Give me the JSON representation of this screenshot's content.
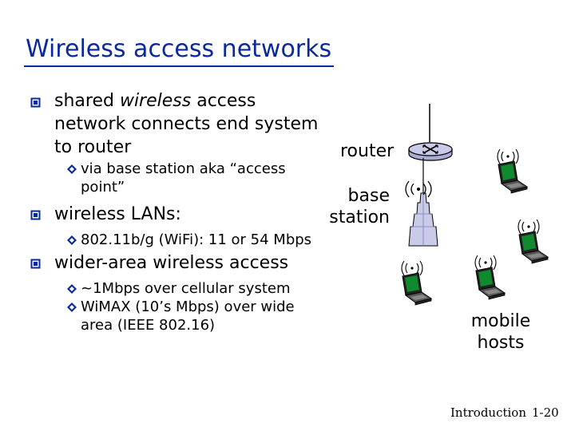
{
  "slide": {
    "title": "Wireless access networks",
    "bullets": [
      {
        "pre": "shared ",
        "em": "wireless",
        "post": " access",
        "line2": "network connects end system",
        "line3": "to router",
        "sub": [
          "via base station aka “access",
          "point”"
        ]
      },
      {
        "text": "wireless LANs:",
        "sub": [
          "802.11b/g (WiFi): 11 or 54  Mbps"
        ]
      },
      {
        "text": "wider-area wireless access",
        "sub": [
          "~1Mbps over cellular system",
          "WiMAX (10’s Mbps) over wide",
          "area (IEEE 802.16)"
        ]
      }
    ],
    "diagram": {
      "router_label": "router",
      "base_station_label": [
        "base",
        "station"
      ],
      "mobile_hosts_label": [
        "mobile",
        "hosts"
      ]
    },
    "footer": {
      "section": "Introduction",
      "page": "1-20"
    },
    "colors": {
      "title": "#0a2a9c",
      "bullet_icon": "#0a2a9c",
      "laptop_screen": "#0f8a2e"
    },
    "icons": [
      "checkbox-bullet-icon",
      "diamond-bullet-icon",
      "router-icon",
      "base-station-tower-icon",
      "laptop-icon",
      "wireless-signal-icon"
    ]
  }
}
